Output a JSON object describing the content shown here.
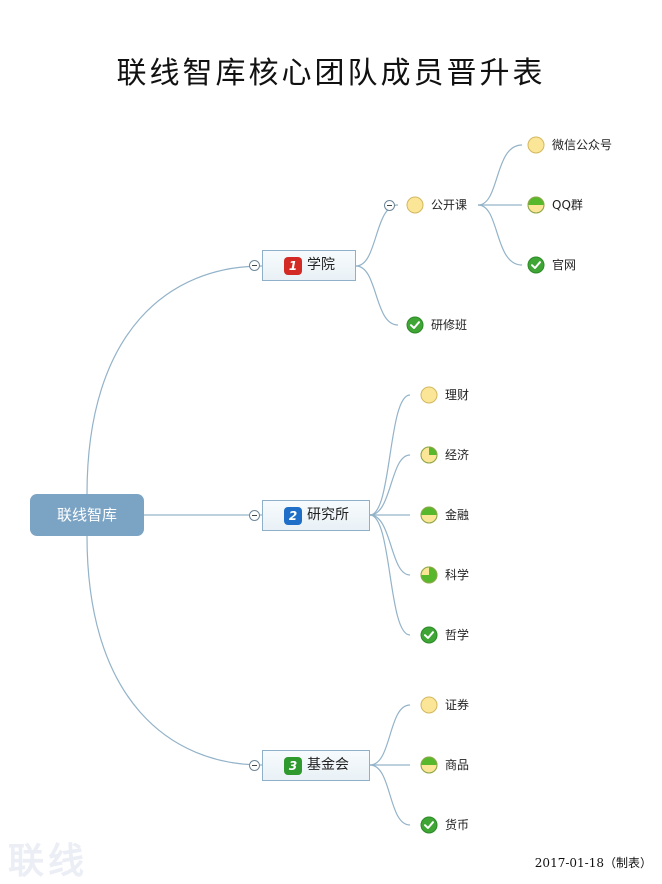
{
  "title": "联线智库核心团队成员晋升表",
  "root": "联线智库",
  "branches": [
    {
      "num": "1",
      "label": "学院",
      "color": "#d42a26"
    },
    {
      "num": "2",
      "label": "研究所",
      "color": "#1f6fc8"
    },
    {
      "num": "3",
      "label": "基金会",
      "color": "#2e9a2e"
    }
  ],
  "leaves": {
    "gongkaike": {
      "label": "公开课",
      "progress": 0
    },
    "weixin": {
      "label": "微信公众号",
      "progress": 0
    },
    "qq": {
      "label": "QQ群",
      "progress": 50
    },
    "guanwang": {
      "label": "官网",
      "progress": 100
    },
    "yanxiuban": {
      "label": "研修班",
      "progress": 100
    },
    "licai": {
      "label": "理财",
      "progress": 0
    },
    "jingji": {
      "label": "经济",
      "progress": 25
    },
    "jinrong": {
      "label": "金融",
      "progress": 50
    },
    "kexue": {
      "label": "科学",
      "progress": 75
    },
    "zhexue": {
      "label": "哲学",
      "progress": 100
    },
    "zhengquan": {
      "label": "证券",
      "progress": 0
    },
    "shangpin": {
      "label": "商品",
      "progress": 50
    },
    "huobi": {
      "label": "货币",
      "progress": 100
    }
  },
  "watermark": "联线",
  "footer_date": "2017-01-18（制表）"
}
